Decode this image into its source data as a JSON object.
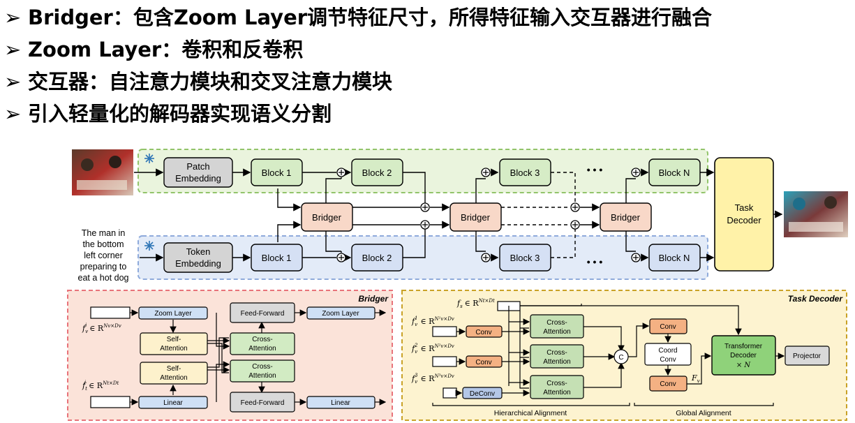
{
  "bullets": [
    {
      "marker": "➢",
      "text": "Bridger：包含Zoom Layer调节特征尺寸，所得特征输入交互器进行融合"
    },
    {
      "marker": "➢",
      "text": "Zoom Layer：卷积和反卷积"
    },
    {
      "marker": "➢",
      "text": "交互器：自注意力模块和交叉注意力模块"
    },
    {
      "marker": "➢",
      "text": "引入轻量化的解码器实现语义分割"
    }
  ],
  "pipeline": {
    "patch_embedding": "Patch Embedding",
    "token_embedding": "Token Embedding",
    "block1": "Block 1",
    "block2": "Block 2",
    "block3": "Block 3",
    "blockN": "Block N",
    "bridger": "Bridger",
    "ellipsis": "• • •",
    "task_decoder": "Task Decoder",
    "caption": [
      "The man in",
      "the bottom",
      "left corner",
      "preparing to",
      "eat a hot dog"
    ],
    "frozen_icon": "snowflake-icon",
    "colors": {
      "vision_bg": "#eaf4dd",
      "vision_border": "#92c46a",
      "text_bg": "#e3ebf8",
      "text_border": "#8eaadb",
      "block_green": "#d6ecc6",
      "block_blue": "#d5e0f4",
      "bridger": "#f8d8c8",
      "decoder": "#fff2a8",
      "embedding": "#d4d4d4"
    }
  },
  "bridger_detail": {
    "title": "Bridger",
    "zoom_layer": "Zoom Layer",
    "self_attention": "Self-Attention",
    "cross_attention": "Cross-Attention",
    "feed_forward": "Feed-Forward",
    "linear": "Linear",
    "fv_label": "f",
    "fv_sub": "v",
    "fv_sup": "i",
    "fv_space": "∈ R",
    "fv_dims": "Nv×Dv",
    "ft_label": "f",
    "ft_sub": "t",
    "ft_sup": "i",
    "ft_space": "∈ R",
    "ft_dims": "Nt×Dt",
    "colors": {
      "bg": "#fbe3d9",
      "border": "#e8737a",
      "zoom": "#cfe0f5",
      "attn": "#fdf1cc",
      "cross": "#d2ebc3",
      "ff": "#d9d9d9"
    }
  },
  "task_decoder_detail": {
    "title": "Task Decoder",
    "fs_label": "f",
    "fs_sub": "s",
    "fs_rest": "∈ R",
    "fs_dims": "Nt×Dt",
    "f1": {
      "name": "f",
      "sub": "v",
      "sup": "1",
      "rest": "∈ R",
      "dims": "N¹v×Dv"
    },
    "f2": {
      "name": "f",
      "sub": "v",
      "sup": "2",
      "rest": "∈ R",
      "dims": "N²v×Dv"
    },
    "f3": {
      "name": "f",
      "sub": "v",
      "sup": "3",
      "rest": "∈ R",
      "dims": "N³v×Dv"
    },
    "conv": "Conv",
    "deconv": "DeConv",
    "cross_attention": "Cross-Attention",
    "concat": "C",
    "coord_conv": "Coord Conv",
    "fv_out": "F",
    "fv_out_sub": "v",
    "transformer_decoder": "Transformer Decoder",
    "times_n": "× N",
    "projector": "Projector",
    "hier_align": "Hierarchical Alignment",
    "global_align": "Global Alignment",
    "colors": {
      "bg": "#fdf3d0",
      "border": "#c9a227",
      "conv": "#f4b183",
      "deconv": "#b4c7e7",
      "cross": "#c5e0b4",
      "decoder": "#8fd27a",
      "proj": "#d9d9d9"
    }
  }
}
